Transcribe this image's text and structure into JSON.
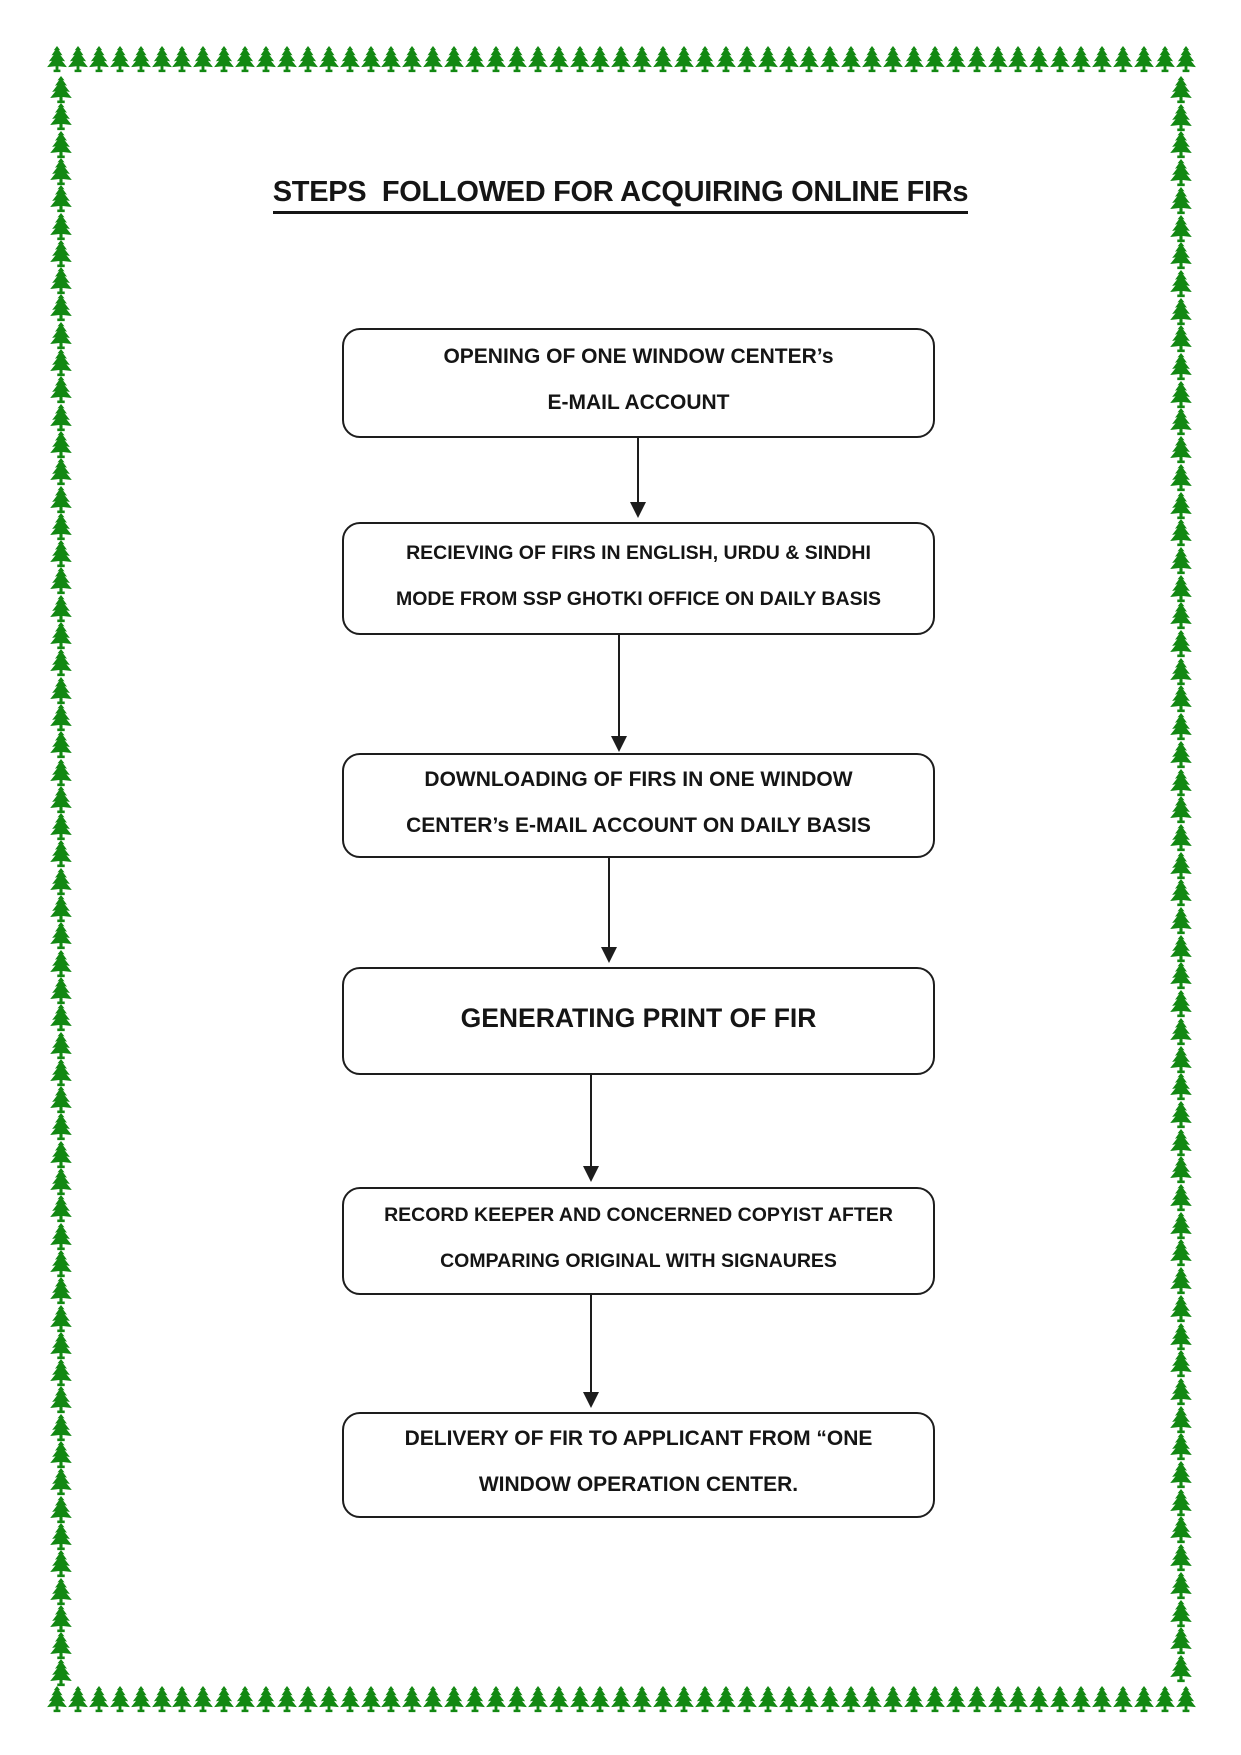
{
  "page": {
    "title": "STEPS  FOLLOWED FOR ACQUIRING ONLINE FIRs"
  },
  "border": {
    "icon": "pine-tree-icon",
    "color": "#128812"
  },
  "flowchart": {
    "boxes": [
      {
        "name": "opening-email-account",
        "lines": [
          "OPENING OF ONE WINDOW CENTER’s",
          "E-MAIL ACCOUNT"
        ]
      },
      {
        "name": "receiving-firs",
        "lines": [
          "RECIEVING OF FIRS IN ENGLISH, URDU & SINDHI",
          "MODE FROM SSP GHOTKI OFFICE ON DAILY BASIS"
        ]
      },
      {
        "name": "downloading-firs",
        "lines": [
          "DOWNLOADING OF FIRS IN ONE WINDOW",
          "CENTER’s E-MAIL ACCOUNT ON DAILY BASIS"
        ]
      },
      {
        "name": "generating-print",
        "lines": [
          "GENERATING PRINT OF FIR"
        ]
      },
      {
        "name": "record-keeper-comparing",
        "lines": [
          "RECORD KEEPER AND CONCERNED COPYIST AFTER",
          "COMPARING ORIGINAL WITH SIGNAURES"
        ]
      },
      {
        "name": "delivery-of-fir",
        "lines": [
          "DELIVERY OF FIR TO APPLICANT FROM “ONE",
          "WINDOW OPERATION CENTER."
        ]
      }
    ]
  }
}
